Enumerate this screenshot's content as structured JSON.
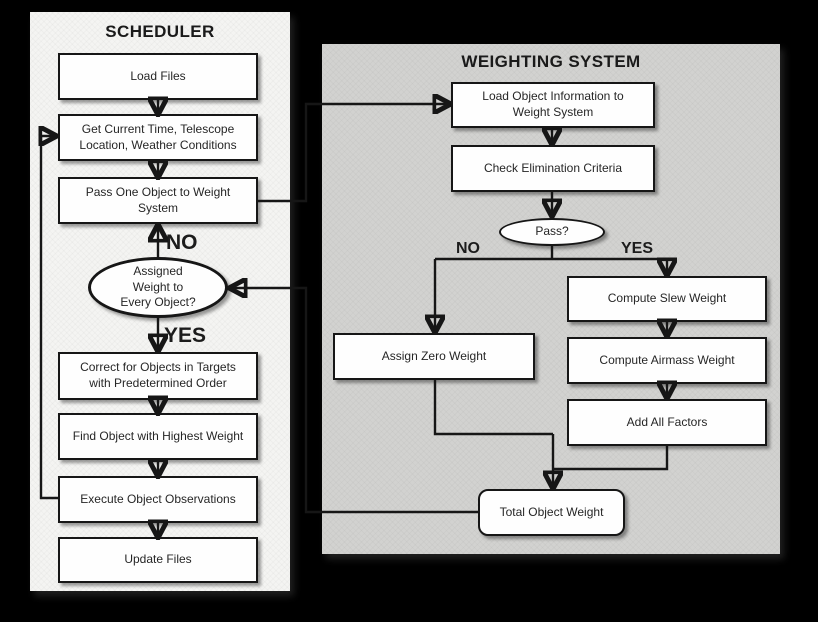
{
  "scheduler": {
    "title": "SCHEDULER",
    "nodes": {
      "load_files": "Load Files",
      "get_current": "Get Current Time, Telescope\nLocation, Weather Conditions",
      "pass_one": "Pass One Object to Weight\nSystem",
      "assigned_weight": "Assigned\nWeight to\nEvery Object?",
      "correct_for": "Correct for Objects in Targets\nwith Predetermined Order",
      "find_object": "Find Object with Highest Weight",
      "execute": "Execute Object Observations",
      "update_files": "Update Files"
    },
    "labels": {
      "no": "NO",
      "yes": "YES"
    }
  },
  "weighting": {
    "title": "WEIGHTING SYSTEM",
    "nodes": {
      "load_object": "Load Object Information to\nWeight System",
      "check_elim": "Check Elimination Criteria",
      "pass": "Pass?",
      "assign_zero": "Assign Zero Weight",
      "slew": "Compute Slew Weight",
      "airmass": "Compute Airmass Weight",
      "add_all": "Add All Factors",
      "total": "Total Object Weight"
    },
    "labels": {
      "no": "NO",
      "yes": "YES"
    }
  },
  "colors": {
    "background": "#000000",
    "scheduler_panel": "#f4f4f2",
    "weighting_panel": "#d2d2d0",
    "node_fill": "#fefefe",
    "line": "#161616"
  }
}
